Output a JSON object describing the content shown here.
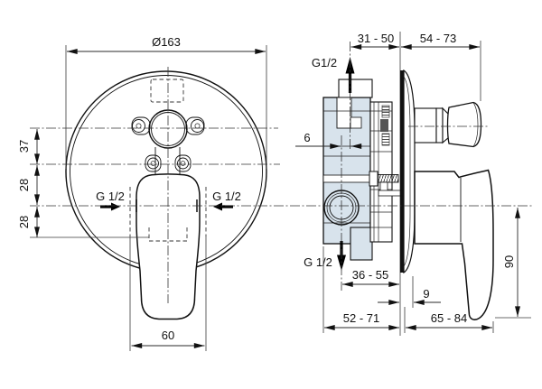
{
  "drawing": {
    "front_view": {
      "diameter": "Ø163",
      "dim_top": "37",
      "dim_mid": "28",
      "dim_bottom": "28",
      "inlet_left": "G 1/2",
      "inlet_right": "G 1/2",
      "handle_width": "60"
    },
    "side_view": {
      "recess_depth": "31 - 50",
      "projection": "54 - 73",
      "outlet_top": "G1/2",
      "centre_offset": "6",
      "outlet_bottom": "G 1/2",
      "rough_in_depth": "36 - 55",
      "plate_gap": "9",
      "body_depth": "52 - 71",
      "handle_projection": "65 - 84",
      "handle_height": "90"
    },
    "colors": {
      "body_fill": "#d8e3ec",
      "line": "#1a1a1a",
      "dim": "#2a2a2a",
      "background": "#ffffff"
    }
  }
}
